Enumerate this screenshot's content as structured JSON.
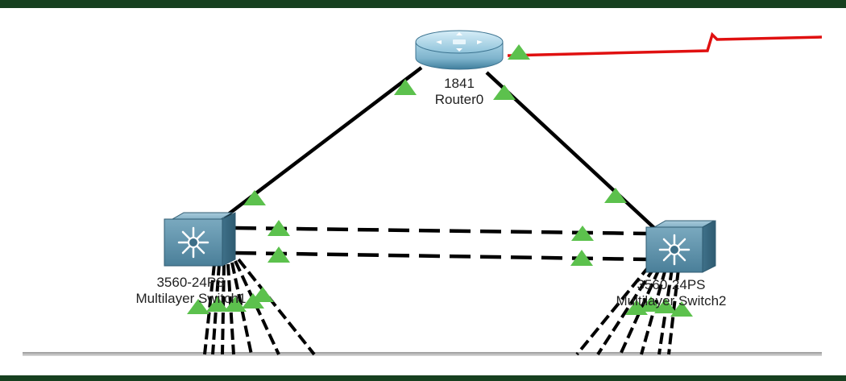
{
  "colors": {
    "frame_border": "#16401f",
    "link_ethernet": "#000000",
    "link_serial": "#e01010",
    "port_up": "#5cc14d",
    "router_body": "#7fb4cd",
    "switch_body": "#5b8fa8",
    "workspace_floor": "#b7b7b7"
  },
  "devices": {
    "router": {
      "model": "1841",
      "name": "Router0",
      "icon": "router-icon"
    },
    "switch1": {
      "model": "3560-24PS",
      "name": "Multilayer Switch1",
      "icon": "multilayer-switch-icon"
    },
    "switch2": {
      "model": "3560-24PS",
      "name": "Multilayer Switch2",
      "icon": "multilayer-switch-icon"
    }
  },
  "links": [
    {
      "id": "router-switch1",
      "type": "copper-straight",
      "status": "up"
    },
    {
      "id": "router-switch2",
      "type": "copper-straight",
      "status": "up"
    },
    {
      "id": "switch1-switch2-a",
      "type": "copper-cross",
      "status": "up"
    },
    {
      "id": "switch1-switch2-b",
      "type": "copper-cross",
      "status": "up"
    },
    {
      "id": "router-wan",
      "type": "serial",
      "status": "up"
    }
  ]
}
